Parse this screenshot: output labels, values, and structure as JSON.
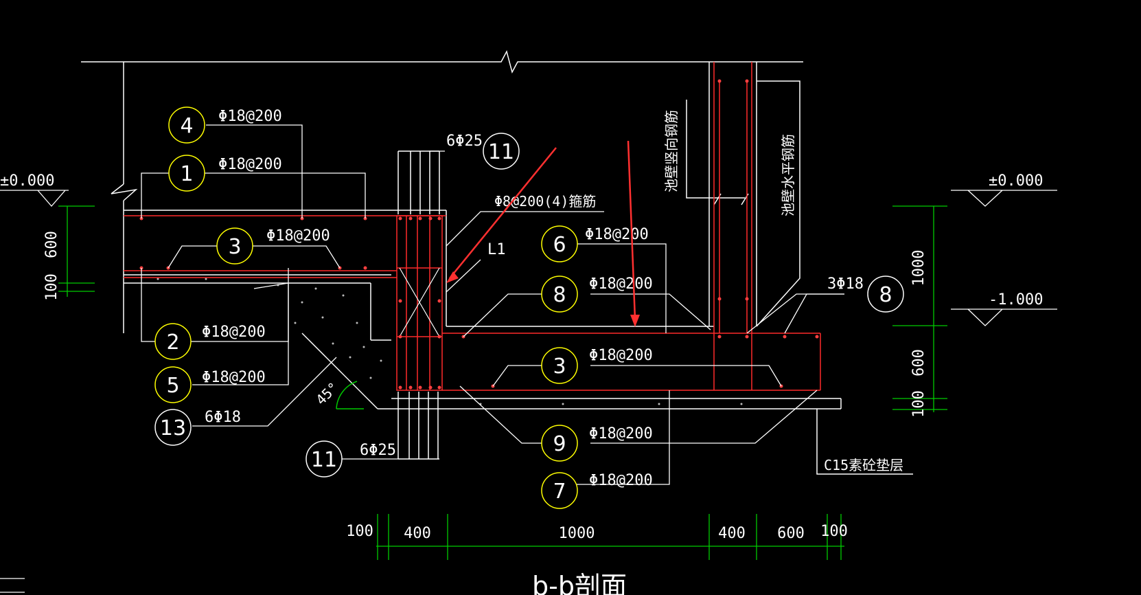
{
  "colors": {
    "background": "#000000",
    "lines": "#ffffff",
    "rebar": "#ff2a2a",
    "dimension": "#00cc00",
    "callout": "#ffff00",
    "arrow": "#ff3030"
  },
  "bubbles": [
    {
      "id": "4",
      "label": "Φ18@200"
    },
    {
      "id": "1",
      "label": "Φ18@200"
    },
    {
      "id": "3",
      "label": "Φ18@200"
    },
    {
      "id": "2",
      "label": "Φ18@200"
    },
    {
      "id": "5",
      "label": "Φ18@200"
    },
    {
      "id": "13",
      "label": "6Φ18"
    },
    {
      "id": "11",
      "label": "6Φ25"
    },
    {
      "id": "11",
      "label": "6Φ25"
    },
    {
      "id": "6",
      "label": "Φ18@200"
    },
    {
      "id": "8",
      "label": "Φ18@200"
    },
    {
      "id": "8",
      "label": "3Φ18"
    },
    {
      "id": "3",
      "label": "Φ18@200"
    },
    {
      "id": "9",
      "label": "Φ18@200"
    },
    {
      "id": "7",
      "label": "Φ18@200"
    }
  ],
  "labels": {
    "stirrup": "Φ8@200(4)箍筋",
    "beam": "L1",
    "wall_vertical": "池壁竖向钢筋",
    "wall_horizontal": "池壁水平钢筋",
    "cushion": "C15素砼垫层",
    "angle": "45°",
    "section_title": "b-b剖面"
  },
  "elevations": {
    "left_top": "±0.000",
    "right_top": "±0.000",
    "right_lower": "-1.000"
  },
  "left_dims": [
    "600",
    "100"
  ],
  "right_dims": [
    "1000",
    "600",
    "100"
  ],
  "bottom_dims": [
    "100",
    "400",
    "1000",
    "400",
    "600",
    "100"
  ]
}
